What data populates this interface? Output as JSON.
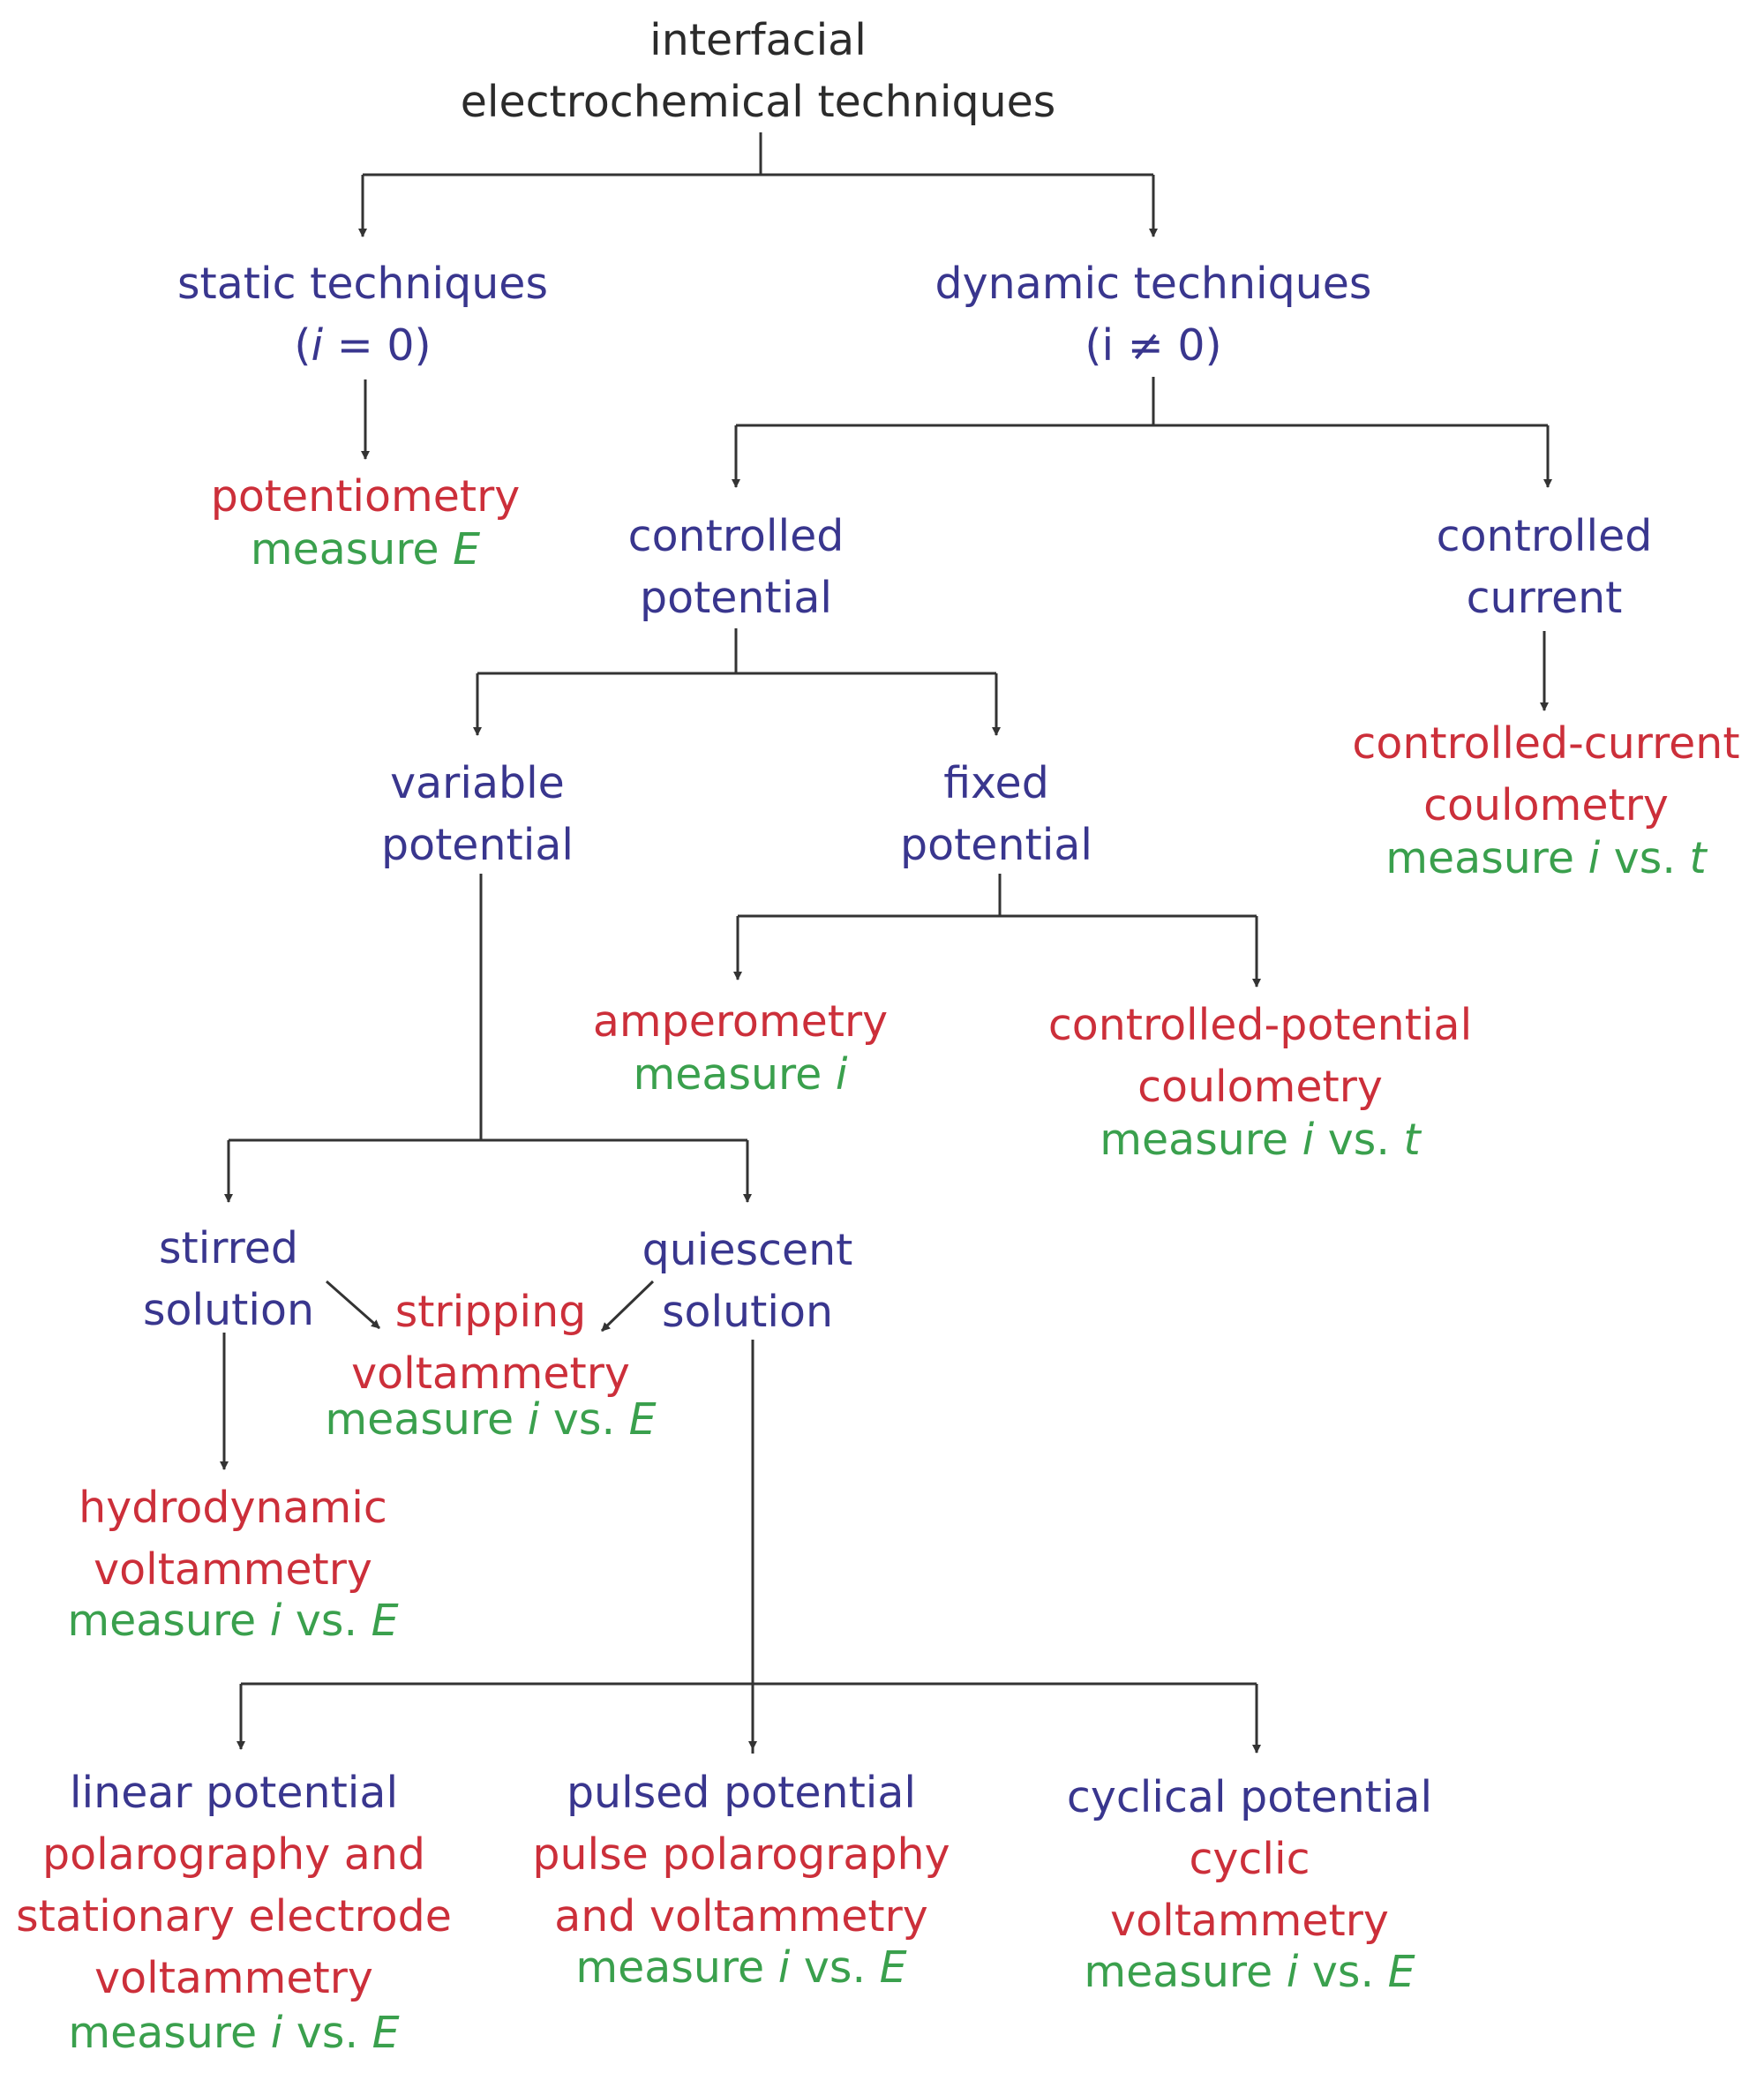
{
  "colors": {
    "title": "#2b2b2b",
    "category": "#39368e",
    "technique": "#cc2f3a",
    "measure": "#3aa04d",
    "arrow": "#333333"
  },
  "root": {
    "line1": "interfacial",
    "line2": "electrochemical techniques"
  },
  "static": {
    "line1": "static techniques",
    "line2": "(i = 0)"
  },
  "potentiometry": {
    "name": "potentiometry",
    "measure": "measure E"
  },
  "dynamic": {
    "line1": "dynamic techniques",
    "line2": "(i ≠ 0)"
  },
  "controlled_potential": {
    "line1": "controlled",
    "line2": "potential"
  },
  "controlled_current": {
    "line1": "controlled",
    "line2": "current"
  },
  "cc_coulometry": {
    "line1": "controlled-current",
    "line2": "coulometry",
    "measure": "measure i vs. t"
  },
  "variable_potential": {
    "line1": "variable",
    "line2": "potential"
  },
  "fixed_potential": {
    "line1": "fixed",
    "line2": "potential"
  },
  "amperometry": {
    "name": "amperometry",
    "measure": "measure i"
  },
  "cp_coulometry": {
    "line1": "controlled-potential",
    "line2": "coulometry",
    "measure": "measure i vs. t"
  },
  "stirred": {
    "line1": "stirred",
    "line2": "solution"
  },
  "quiescent": {
    "line1": "quiescent",
    "line2": "solution"
  },
  "stripping": {
    "line1": "stripping",
    "line2": "voltammetry",
    "measure": "measure i vs. E"
  },
  "hydrodynamic": {
    "line1": "hydrodynamic",
    "line2": "voltammetry",
    "measure": "measure i vs. E"
  },
  "linear": {
    "heading": "linear potential",
    "line1": "polarography and",
    "line2": "stationary electrode",
    "line3": "voltammetry",
    "measure": "measure i vs. E"
  },
  "pulsed": {
    "heading": "pulsed potential",
    "line1": "pulse polarography",
    "line2": "and voltammetry",
    "measure": "measure i vs. E"
  },
  "cyclical": {
    "heading": "cyclical potential",
    "line1": "cyclic",
    "line2": "voltammetry",
    "measure": "measure i vs. E"
  }
}
